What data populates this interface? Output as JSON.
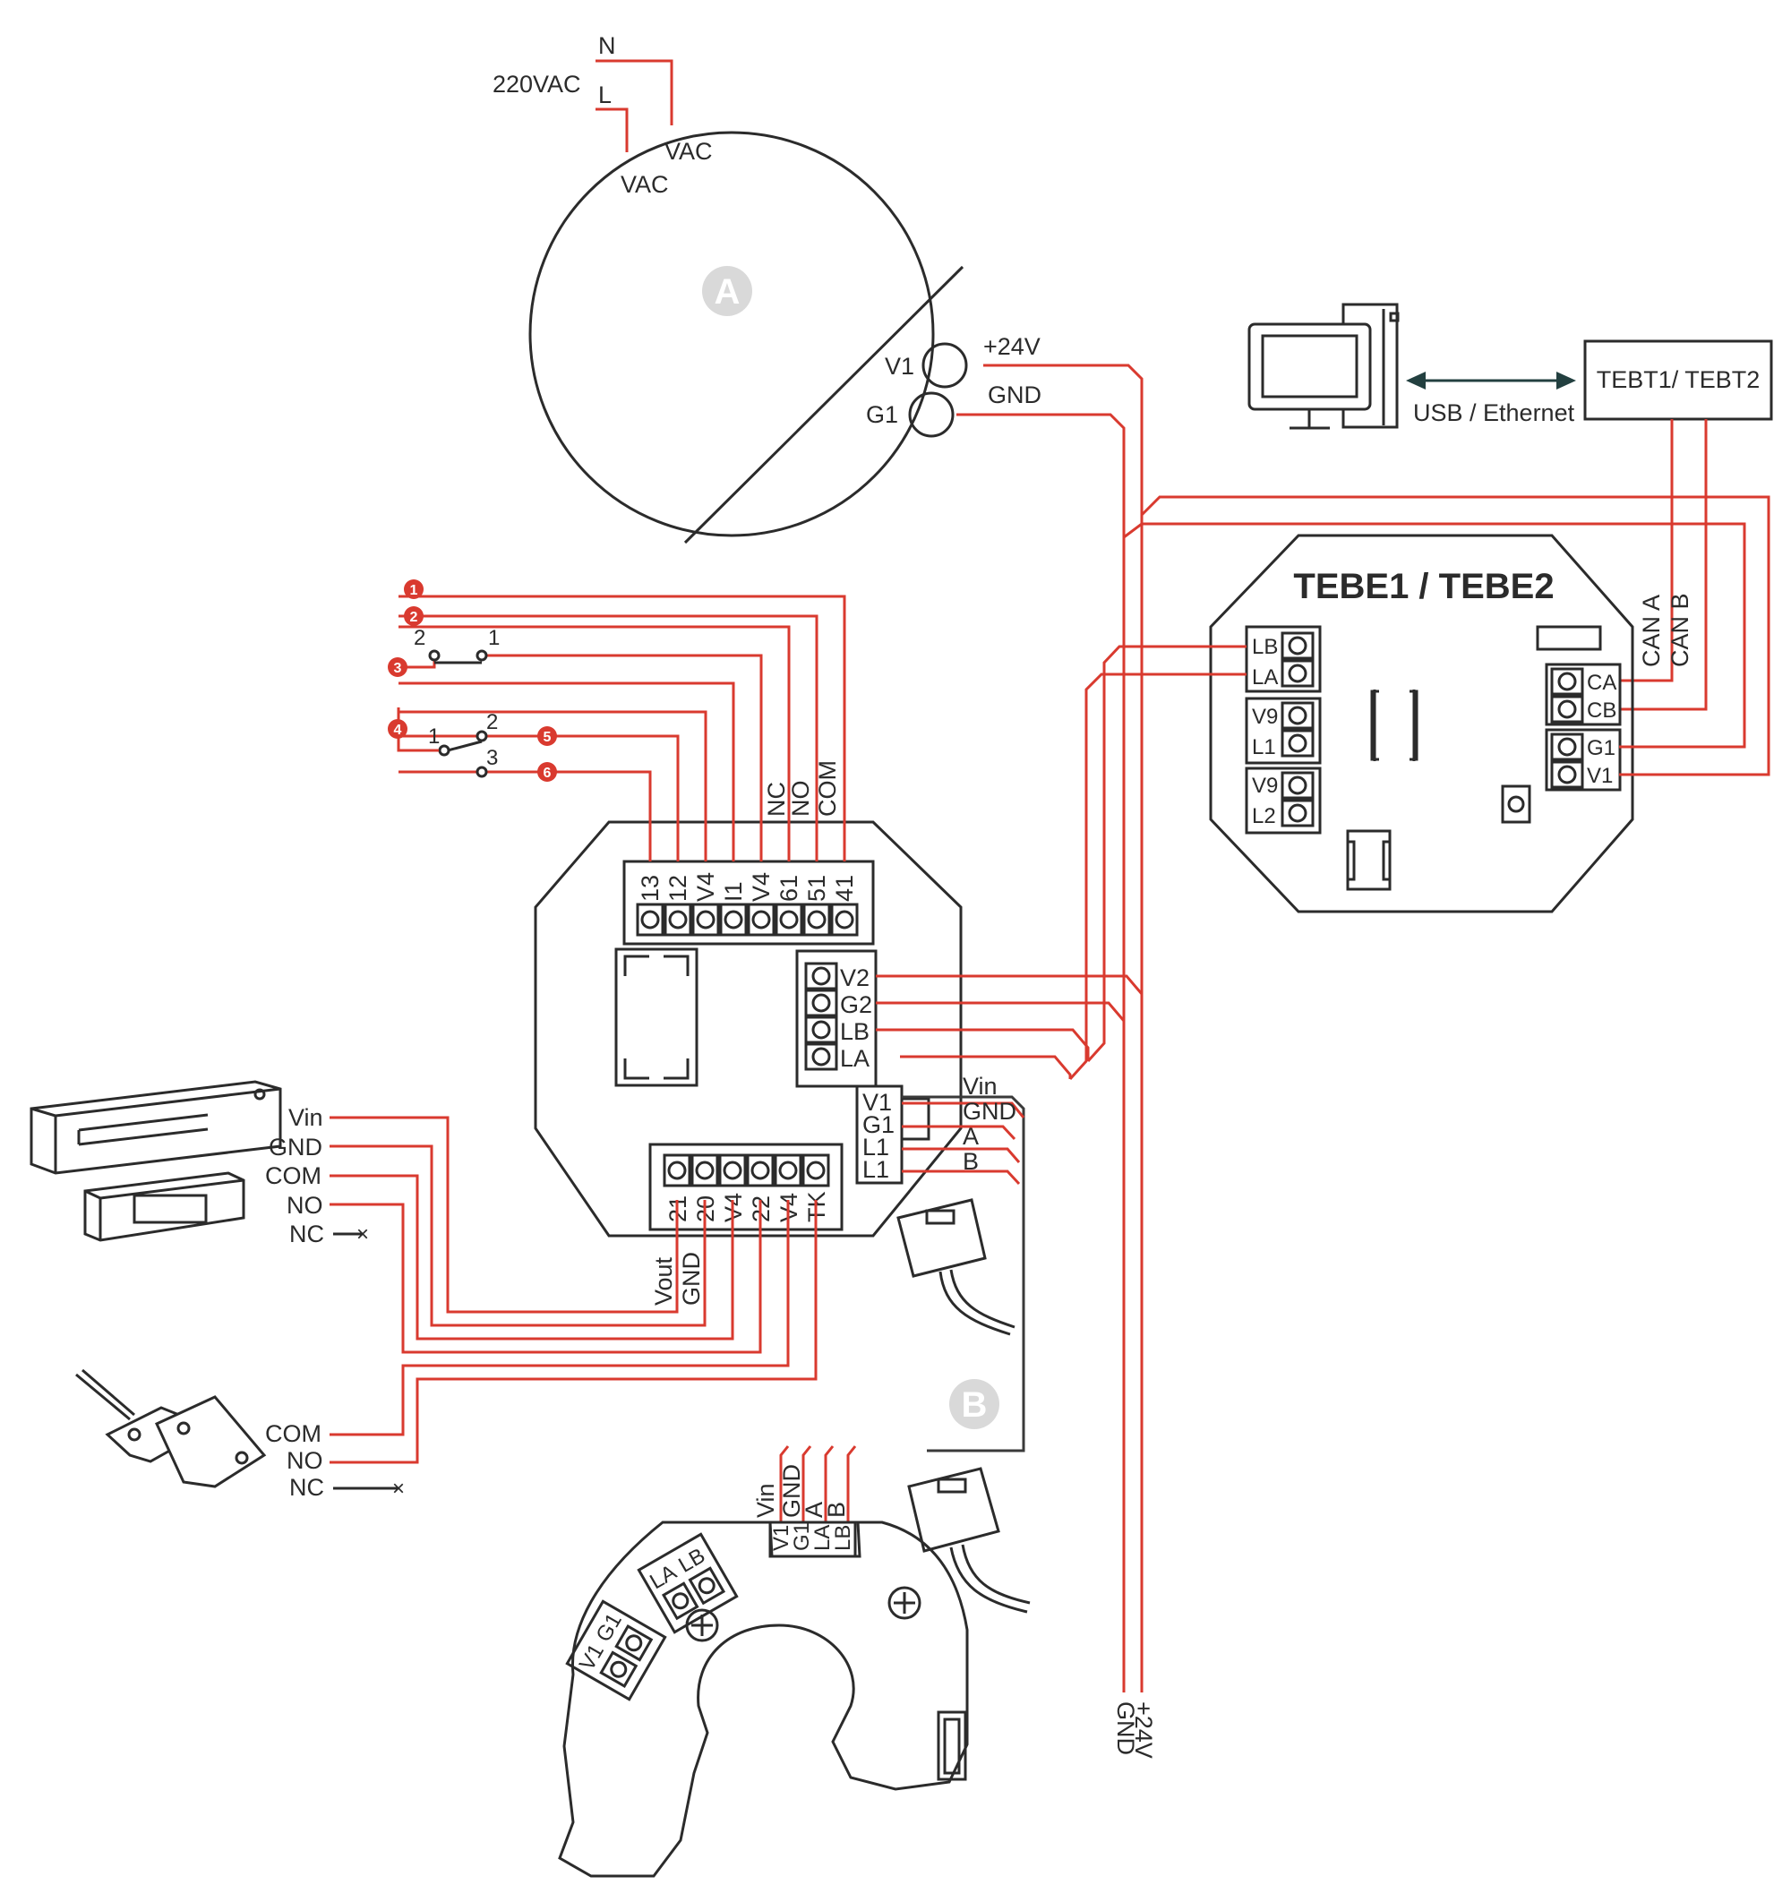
{
  "colors": {
    "wire": "#d93a2f",
    "outline": "#2b2b2b",
    "marker_grey": "#d9d9d9",
    "usb_arrow": "#234040"
  },
  "power_supply": {
    "marker": "A",
    "mains_label": "220VAC",
    "n_label": "N",
    "l_label": "L",
    "vac_top": "VAC",
    "vac_bottom": "VAC",
    "v1": "V1",
    "g1": "G1",
    "out_plus": "+24V",
    "out_gnd": "GND"
  },
  "computer": {
    "link_label": "USB / Ethernet"
  },
  "tebt": {
    "label": "TEBT1/ TEBT2"
  },
  "tebe": {
    "title": "TEBE1 / TEBE2",
    "left_terminals": [
      "LB",
      "LA",
      "V9",
      "L1",
      "V9",
      "L2"
    ],
    "right_terminals": [
      "CA",
      "CB",
      "G1",
      "V1"
    ],
    "can_a": "CAN A",
    "can_b": "CAN B"
  },
  "controller": {
    "top_terminals": [
      "13",
      "12",
      "V4",
      "I1",
      "V4",
      "61",
      "51",
      "41"
    ],
    "relay_labels": [
      "NC",
      "NO",
      "COM"
    ],
    "side_terminals": [
      "V2",
      "G2",
      "LB",
      "LA"
    ],
    "bus_terminals": [
      "V1",
      "G1",
      "L1",
      "L1"
    ],
    "bus_wires": [
      "Vin",
      "GND",
      "A",
      "B"
    ],
    "bottom_terminals": [
      "21",
      "20",
      "V4",
      "22",
      "V4",
      "TK"
    ],
    "bottom_out_labels": [
      "Vout",
      "GND"
    ]
  },
  "inputs": {
    "badges": [
      "1",
      "2",
      "3",
      "4",
      "5",
      "6"
    ],
    "switch1": [
      "2",
      "1"
    ],
    "switch2": [
      "1",
      "2",
      "3"
    ]
  },
  "lock": {
    "labels": [
      "Vin",
      "GND",
      "COM",
      "NO",
      "NC"
    ]
  },
  "door_contact": {
    "labels": [
      "COM",
      "NO",
      "NC"
    ]
  },
  "reader": {
    "marker": "B",
    "wire_labels": [
      "Vin",
      "GND",
      "A",
      "B"
    ],
    "terminal_labels": [
      "V1",
      "G1",
      "LA",
      "LB"
    ],
    "la_lb": [
      "LA",
      "LB"
    ],
    "v1_g1": [
      "V1",
      "G1"
    ]
  },
  "bottom_supply": {
    "plus": "+24V",
    "gnd": "GND"
  }
}
